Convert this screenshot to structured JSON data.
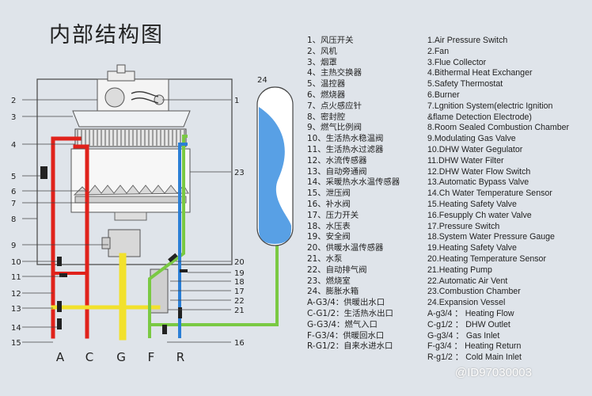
{
  "title": "内部结构图",
  "colors": {
    "hot": "#e0221b",
    "cold": "#2a7fd6",
    "gas": "#f2e12c",
    "heating": "#7ac943",
    "vessel": "#3b8fe0",
    "line": "#333333"
  },
  "callouts_left": [
    "2",
    "3",
    "4",
    "5",
    "6",
    "7",
    "8",
    "9",
    "10",
    "11",
    "12",
    "13",
    "14",
    "15"
  ],
  "callouts_right": [
    "1",
    "23",
    "20",
    "19",
    "18",
    "17",
    "22",
    "21",
    "16"
  ],
  "vessel_label": "24",
  "pipe_labels": [
    "A",
    "C",
    "G",
    "F",
    "R"
  ],
  "components_zh": [
    "1、风压开关",
    "2、风机",
    "3、烟罩",
    "4、主热交换器",
    "5、温控器",
    "6、燃烧器",
    "7、点火感应针",
    "8、密封腔",
    "9、燃气比例阀",
    "10、生活热水稳温阀",
    "11、生活热水过滤器",
    "12、水流传感器",
    "13、自动旁通阀",
    "14、采暖热水水温传感器",
    "15、泄压阀",
    "16、补水阀",
    "17、压力开关",
    "18、水压表",
    "19、安全阀",
    "20、供暖水温传感器",
    "21、水泵",
    "22、自动排气阀",
    "23、燃烧室",
    "24、膨胀水箱",
    "A-G3/4：供暖出水口",
    "C-G1/2：生活热水出口",
    "G-G3/4：燃气入口",
    "F-G3/4：供暖回水口",
    "R-G1/2：自来水进水口"
  ],
  "components_en": [
    "1.Air Pressure Switch",
    "2.Fan",
    "3.Flue Collector",
    "4.Bithermal Heat Exchanger",
    "5.Safety Thermostat",
    "6.Burner",
    "7.Lgnition System(electric Ignition",
    "&flame Detection Electrode)",
    "8.Room Sealed Combustion Chamber",
    "9.Modulating Gas Valve",
    "10.DHW Water Gegulator",
    "11.DHW Water Filter",
    "12.DHW Water Flow Switch",
    "13.Automatic Bypass Valve",
    "14.Ch Water Temperature Sensor",
    "15.Heating Safety Valve",
    "16.Fesupply Ch water Valve",
    "17.Pressure Switch",
    "18.System Water Pressure Gauge",
    "19.Heating Safety Valve",
    "20.Heating Temperature Sensor",
    "21.Heating Pump",
    "22.Automatic Air Vent",
    "23.Combustion Chamber",
    "24.Expansion Vessel",
    "A-g3/4 ： Heating Flow",
    "C-g1/2 ： DHW Outlet",
    "G-g3/4 ： Gas Inlet",
    "F-g3/4 ： Heating Return",
    "R-g1/2 ： Cold Main Inlet"
  ],
  "watermark": "@ID97030003"
}
